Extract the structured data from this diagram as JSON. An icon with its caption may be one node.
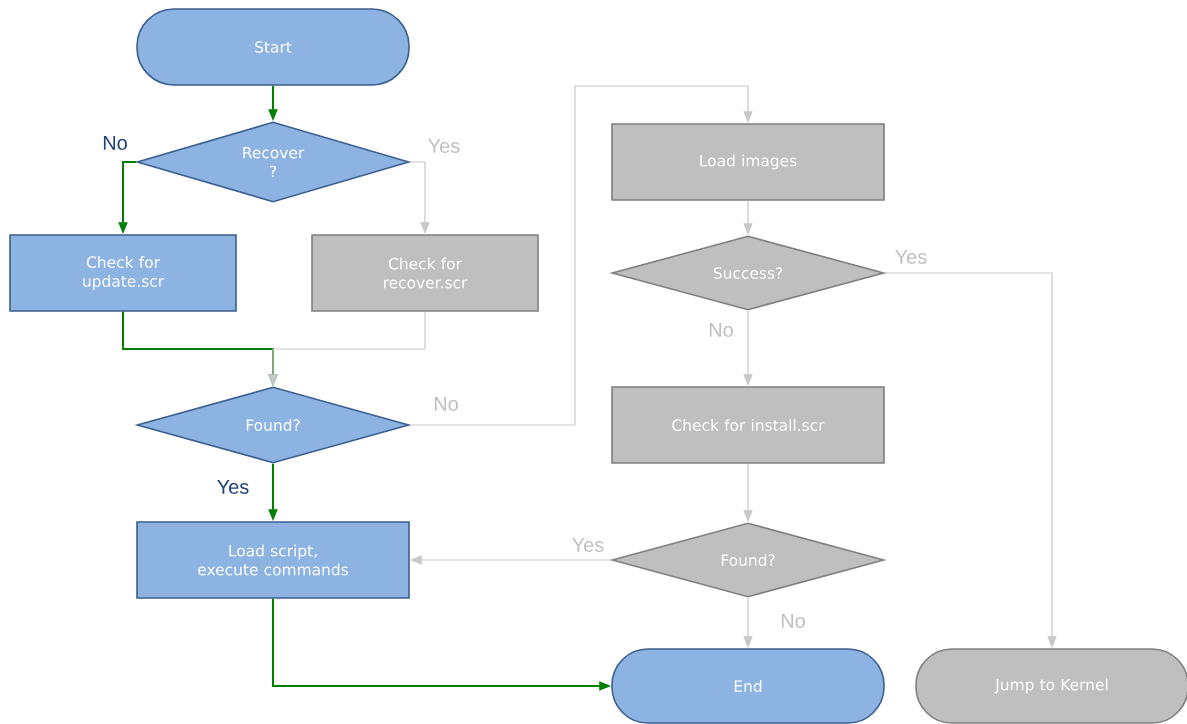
{
  "diagram": {
    "nodes": [
      {
        "text": [
          "Start"
        ]
      },
      {
        "text": [
          "Recover ?"
        ]
      },
      {
        "text": [
          "Check for update.scr"
        ]
      },
      {
        "text": [
          "Check for recover.scr"
        ]
      },
      {
        "text": [
          "Found?"
        ]
      },
      {
        "text": [
          "Load script, execute commands"
        ]
      },
      {
        "text": [
          "End"
        ]
      },
      {
        "text": [
          "Load images"
        ]
      },
      {
        "text": [
          "Success?"
        ]
      },
      {
        "text": [
          "Check for install.scr"
        ]
      },
      {
        "text": [
          "Found?"
        ]
      },
      {
        "text": [
          "Jump to Kernel"
        ]
      }
    ],
    "edges": [
      {
        "from": 0,
        "to": 1,
        "arrow": "to",
        "color": "#008000"
      },
      {
        "from": 1,
        "to": 2,
        "arrow": "to",
        "label": "No",
        "color": "#008000"
      },
      {
        "from": 1,
        "to": 3,
        "arrow": "to",
        "label": "Yes"
      },
      {
        "from": 2,
        "to": 4,
        "arrow": "to",
        "color": "#008000"
      },
      {
        "from": 3,
        "to": 4,
        "arrow": "to"
      },
      {
        "from": 4,
        "to": 7,
        "arrow": "to",
        "label": "No"
      },
      {
        "from": 4,
        "to": 5,
        "arrow": "to",
        "label": "Yes",
        "color": "#008000"
      },
      {
        "from": 5,
        "to": 6,
        "arrow": "to",
        "color": "#008000"
      },
      {
        "from": 7,
        "to": 8,
        "arrow": "to"
      },
      {
        "from": 8,
        "to": 11,
        "arrow": "to",
        "label": "Yes"
      },
      {
        "from": 8,
        "to": 9,
        "arrow": "to",
        "label": "No"
      },
      {
        "from": 9,
        "to": 10,
        "arrow": "to"
      },
      {
        "from": 10,
        "to": 5,
        "arrow": "to",
        "label": "Yes"
      },
      {
        "from": 10,
        "to": 6,
        "arrow": "to",
        "label": "No"
      }
    ]
  }
}
